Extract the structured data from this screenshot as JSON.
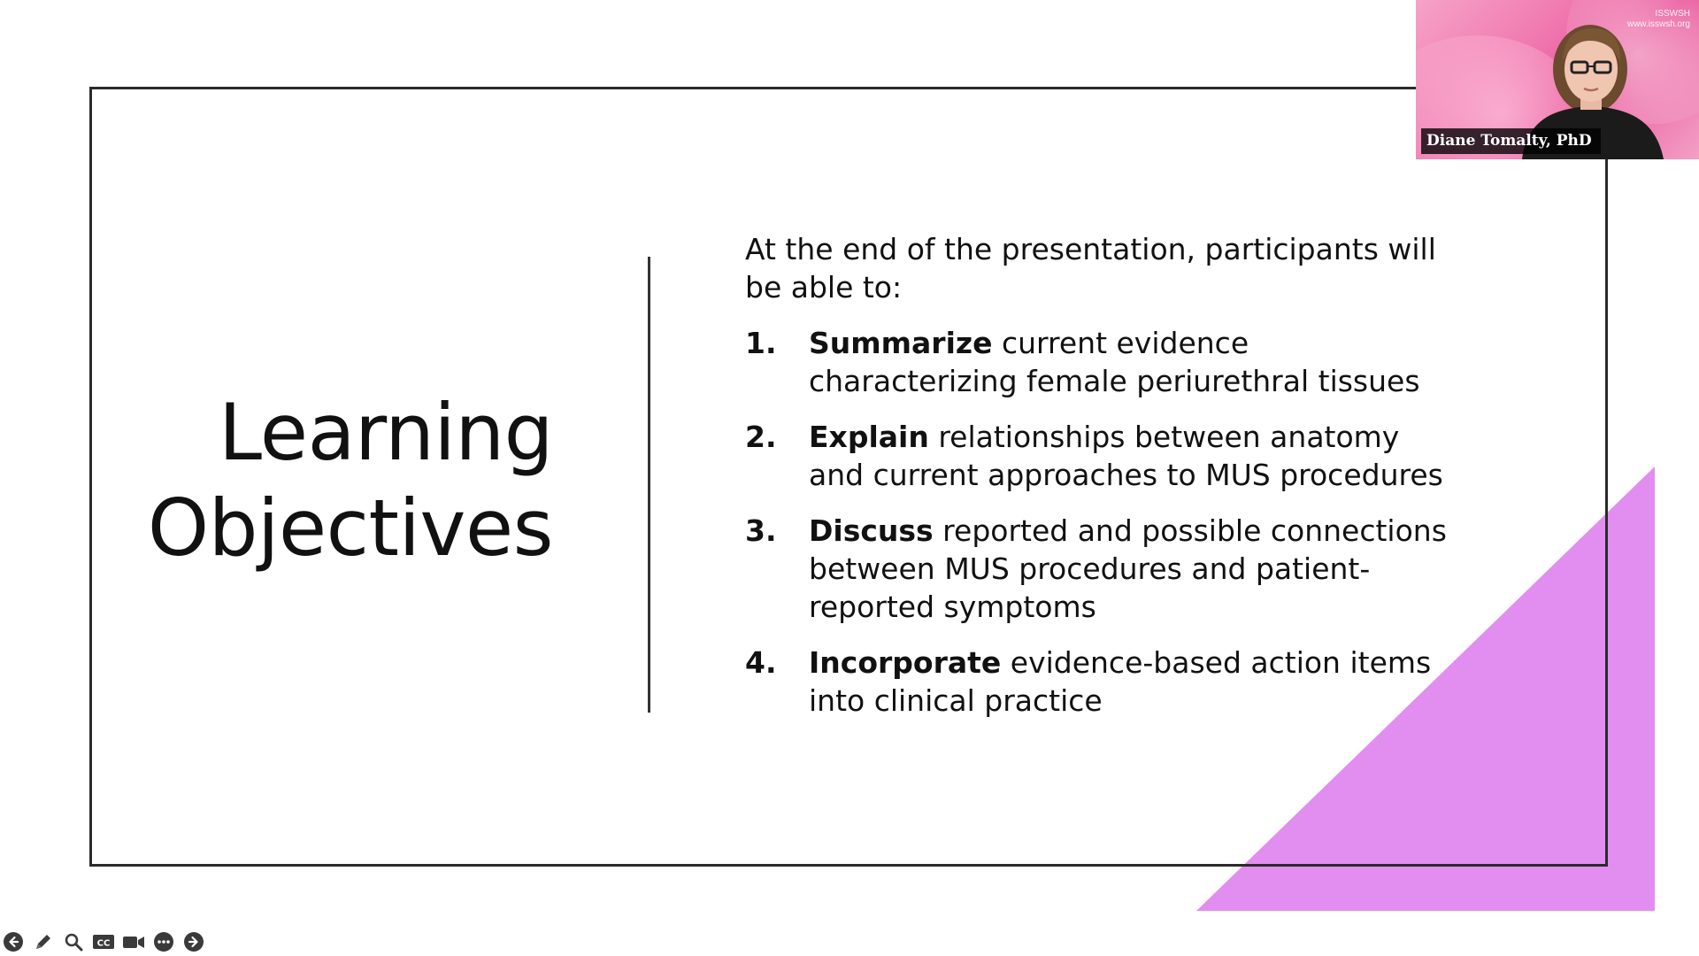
{
  "slide": {
    "title_line1": "Learning",
    "title_line2": "Objectives",
    "intro": "At the end of the presentation, participants will be able to:",
    "objectives": [
      {
        "num": "1.",
        "keyword": "Summarize",
        "rest": " current evidence characterizing female periurethral tissues"
      },
      {
        "num": "2.",
        "keyword": "Explain",
        "rest": " relationships between anatomy and current approaches to MUS procedures"
      },
      {
        "num": "3.",
        "keyword": "Discuss",
        "rest": " reported and possible connections between MUS procedures and patient-reported symptoms"
      },
      {
        "num": "4.",
        "keyword": "Incorporate",
        "rest": " evidence-based action items into clinical practice"
      }
    ],
    "accent_color": "#e28ef0"
  },
  "video": {
    "presenter_name": "Diane Tomalty, PhD",
    "org_line1": "ISSWSH",
    "org_line2": "www.isswsh.org"
  },
  "toolbar": {
    "buttons": [
      "previous-icon",
      "pen-icon",
      "zoom-icon",
      "captions-icon",
      "camera-icon",
      "more-icon",
      "next-icon"
    ],
    "cc_label": "CC"
  }
}
